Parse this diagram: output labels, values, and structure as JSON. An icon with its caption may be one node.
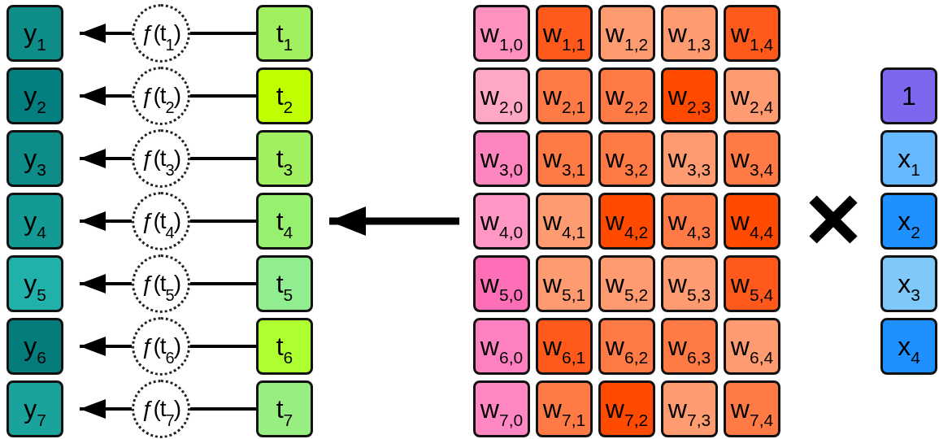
{
  "diagram": {
    "nodes": [
      {
        "text": [
          "y$_{1}$"
        ]
      },
      {
        "text": [
          "y$_{2}$"
        ]
      },
      {
        "text": [
          "y$_{3}$"
        ]
      },
      {
        "text": [
          "y$_{4}$"
        ]
      },
      {
        "text": [
          "y$_{5}$"
        ]
      },
      {
        "text": [
          "y$_{6}$"
        ]
      },
      {
        "text": [
          "y$_{7}$"
        ]
      },
      {
        "text": [
          "ƒ(t$_{1}$)"
        ]
      },
      {
        "text": [
          "ƒ(t$_{2}$)"
        ]
      },
      {
        "text": [
          "ƒ(t$_{3}$)"
        ]
      },
      {
        "text": [
          "ƒ(t$_{4}$)"
        ]
      },
      {
        "text": [
          "ƒ(t$_{5}$)"
        ]
      },
      {
        "text": [
          "ƒ(t$_{6}$)"
        ]
      },
      {
        "text": [
          "ƒ(t$_{7}$)"
        ]
      },
      {
        "text": [
          "t$_{1}$"
        ]
      },
      {
        "text": [
          "t$_{2}$"
        ]
      },
      {
        "text": [
          "t$_{3}$"
        ]
      },
      {
        "text": [
          "t$_{4}$"
        ]
      },
      {
        "text": [
          "t$_{5}$"
        ]
      },
      {
        "text": [
          "t$_{6}$"
        ]
      },
      {
        "text": [
          "t$_{7}$"
        ]
      },
      {
        "text": [
          "w$_{1,0}$"
        ]
      },
      {
        "text": [
          "w$_{1,1}$"
        ]
      },
      {
        "text": [
          "w$_{1,2}$"
        ]
      },
      {
        "text": [
          "w$_{1,3}$"
        ]
      },
      {
        "text": [
          "w$_{1,4}$"
        ]
      },
      {
        "text": [
          "w$_{2,0}$"
        ]
      },
      {
        "text": [
          "w$_{2,1}$"
        ]
      },
      {
        "text": [
          "w$_{2,2}$"
        ]
      },
      {
        "text": [
          "w$_{2,3}$"
        ]
      },
      {
        "text": [
          "w$_{2,4}$"
        ]
      },
      {
        "text": [
          "w$_{3,0}$"
        ]
      },
      {
        "text": [
          "w$_{3,1}$"
        ]
      },
      {
        "text": [
          "w$_{3,2}$"
        ]
      },
      {
        "text": [
          "w$_{3,3}$"
        ]
      },
      {
        "text": [
          "w$_{3,4}$"
        ]
      },
      {
        "text": [
          "w$_{4,0}$"
        ]
      },
      {
        "text": [
          "w$_{4,1}$"
        ]
      },
      {
        "text": [
          "w$_{4,2}$"
        ]
      },
      {
        "text": [
          "w$_{4,3}$"
        ]
      },
      {
        "text": [
          "w$_{4,4}$"
        ]
      },
      {
        "text": [
          "w$_{5,0}$"
        ]
      },
      {
        "text": [
          "w$_{5,1}$"
        ]
      },
      {
        "text": [
          "w$_{5,2}$"
        ]
      },
      {
        "text": [
          "w$_{5,3}$"
        ]
      },
      {
        "text": [
          "w$_{5,4}$"
        ]
      },
      {
        "text": [
          "w$_{6,0}$"
        ]
      },
      {
        "text": [
          "w$_{6,1}$"
        ]
      },
      {
        "text": [
          "w$_{6,2}$"
        ]
      },
      {
        "text": [
          "w$_{6,3}$"
        ]
      },
      {
        "text": [
          "w$_{6,4}$"
        ]
      },
      {
        "text": [
          "w$_{7,0}$"
        ]
      },
      {
        "text": [
          "w$_{7,1}$"
        ]
      },
      {
        "text": [
          "w$_{7,2}$"
        ]
      },
      {
        "text": [
          "w$_{7,3}$"
        ]
      },
      {
        "text": [
          "w$_{7,4}$"
        ]
      },
      {
        "text": [
          "1"
        ]
      },
      {
        "text": [
          "x$_{1}$"
        ]
      },
      {
        "text": [
          "x$_{2}$"
        ]
      },
      {
        "text": [
          "x$_{3}$"
        ]
      },
      {
        "text": [
          "x$_{4}$"
        ]
      }
    ],
    "edges": [
      {
        "from": 14,
        "to": 7,
        "arrow": "none"
      },
      {
        "from": 7,
        "to": 0,
        "arrow": "to"
      },
      {
        "from": 15,
        "to": 8,
        "arrow": "none"
      },
      {
        "from": 8,
        "to": 1,
        "arrow": "to"
      },
      {
        "from": 16,
        "to": 9,
        "arrow": "none"
      },
      {
        "from": 9,
        "to": 2,
        "arrow": "to"
      },
      {
        "from": 17,
        "to": 10,
        "arrow": "none"
      },
      {
        "from": 10,
        "to": 3,
        "arrow": "to"
      },
      {
        "from": 18,
        "to": 11,
        "arrow": "none"
      },
      {
        "from": 11,
        "to": 4,
        "arrow": "to"
      },
      {
        "from": 19,
        "to": 12,
        "arrow": "none"
      },
      {
        "from": 12,
        "to": 5,
        "arrow": "to"
      },
      {
        "from": 20,
        "to": 13,
        "arrow": "none"
      },
      {
        "from": 13,
        "to": 6,
        "arrow": "to"
      },
      {
        "from": null,
        "to": 17,
        "arrow": "to",
        "style": "thick"
      }
    ]
  }
}
